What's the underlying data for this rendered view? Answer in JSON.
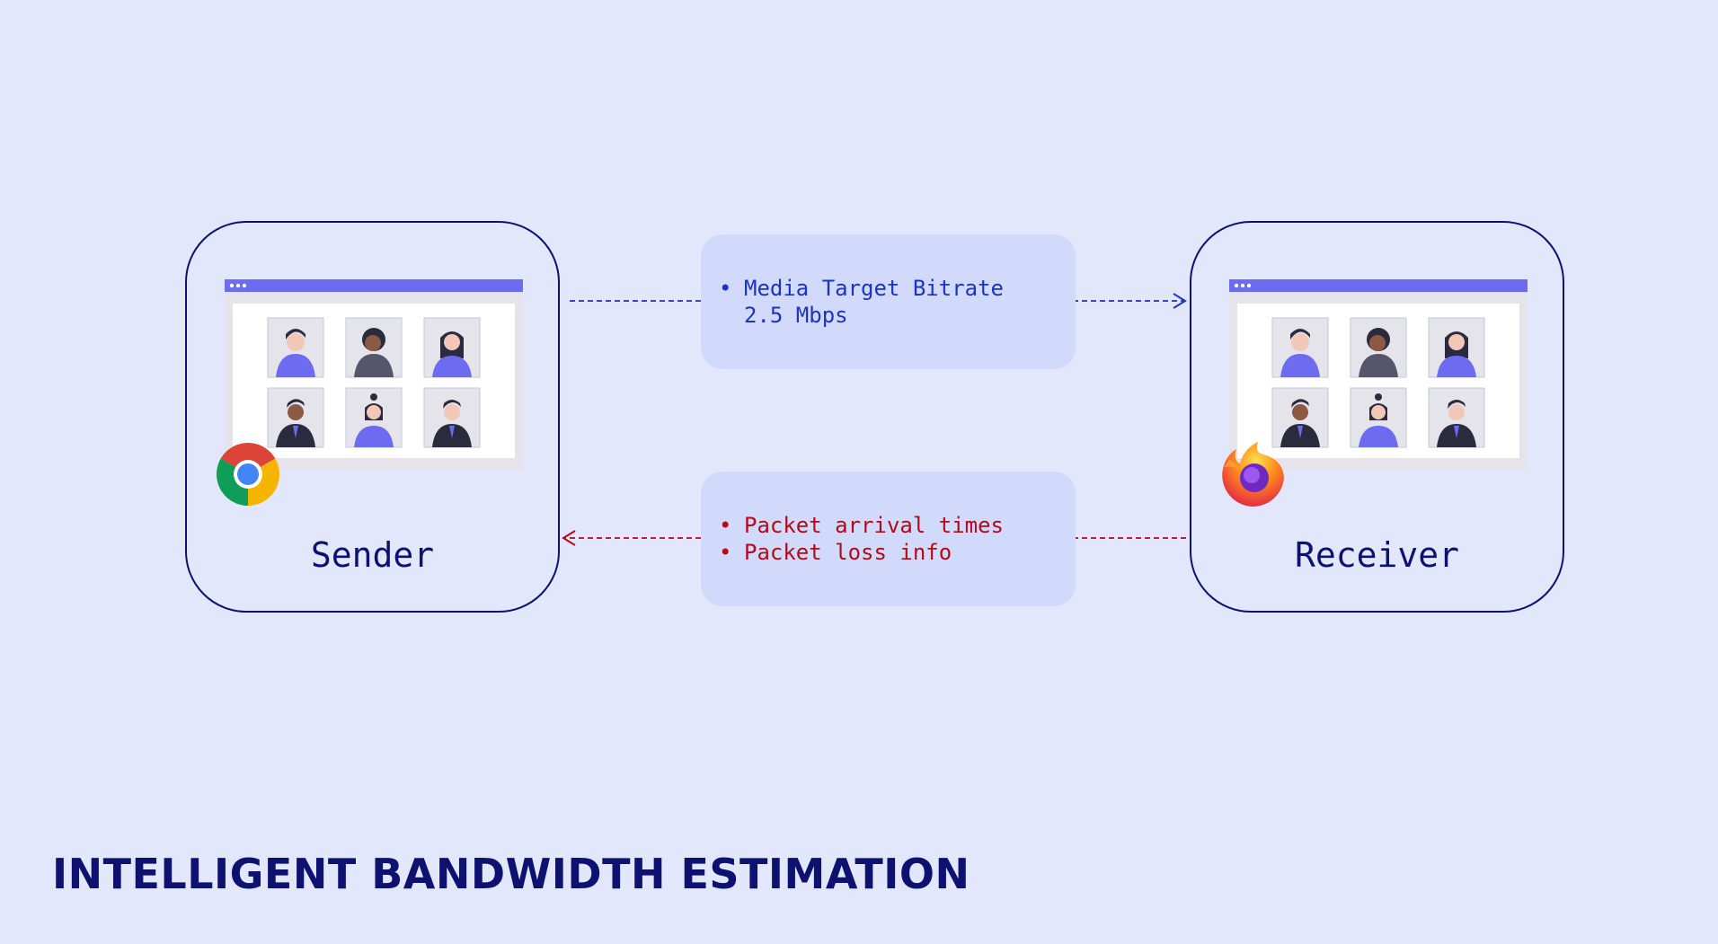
{
  "diagram": {
    "title": "INTELLIGENT BANDWIDTH ESTIMATION",
    "sender": {
      "label": "Sender",
      "browser_icon": "chrome-icon"
    },
    "receiver": {
      "label": "Receiver",
      "browser_icon": "firefox-icon"
    },
    "forward_message": {
      "items": [
        "Media Target Bitrate"
      ],
      "continuation": "2.5 Mbps",
      "color": "#1d33c2"
    },
    "feedback_message": {
      "items": [
        "Packet arrival times",
        "Packet loss info"
      ],
      "color": "#b3091b"
    },
    "colors": {
      "background": "#e3e7fc",
      "navy": "#0d1270",
      "browser_bar": "#6d6bf0",
      "message_box": "#d2dafc"
    }
  }
}
